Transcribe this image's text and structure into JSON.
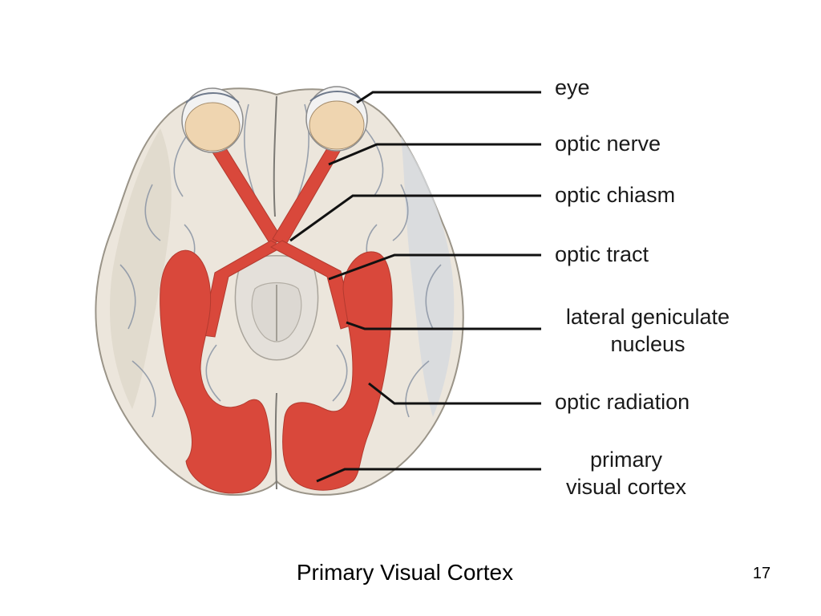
{
  "slide": {
    "title": "Primary Visual Cortex",
    "number": "17"
  },
  "labels": {
    "eye": "eye",
    "optic_nerve": "optic nerve",
    "optic_chiasm": "optic chiasm",
    "optic_tract": "optic tract",
    "lateral_geniculate_line1": "lateral geniculate",
    "lateral_geniculate_line2": "nucleus",
    "optic_radiation": "optic radiation",
    "primary_visual_cortex_line1": "primary",
    "primary_visual_cortex_line2": "visual cortex"
  },
  "colors": {
    "pathway": "#d9483b",
    "brain": "#ece6dc",
    "brain_shadow": "#cfc6b8",
    "sulcus": "#8a94a4",
    "eye": "#efd5b0",
    "leader_line": "#111111"
  }
}
